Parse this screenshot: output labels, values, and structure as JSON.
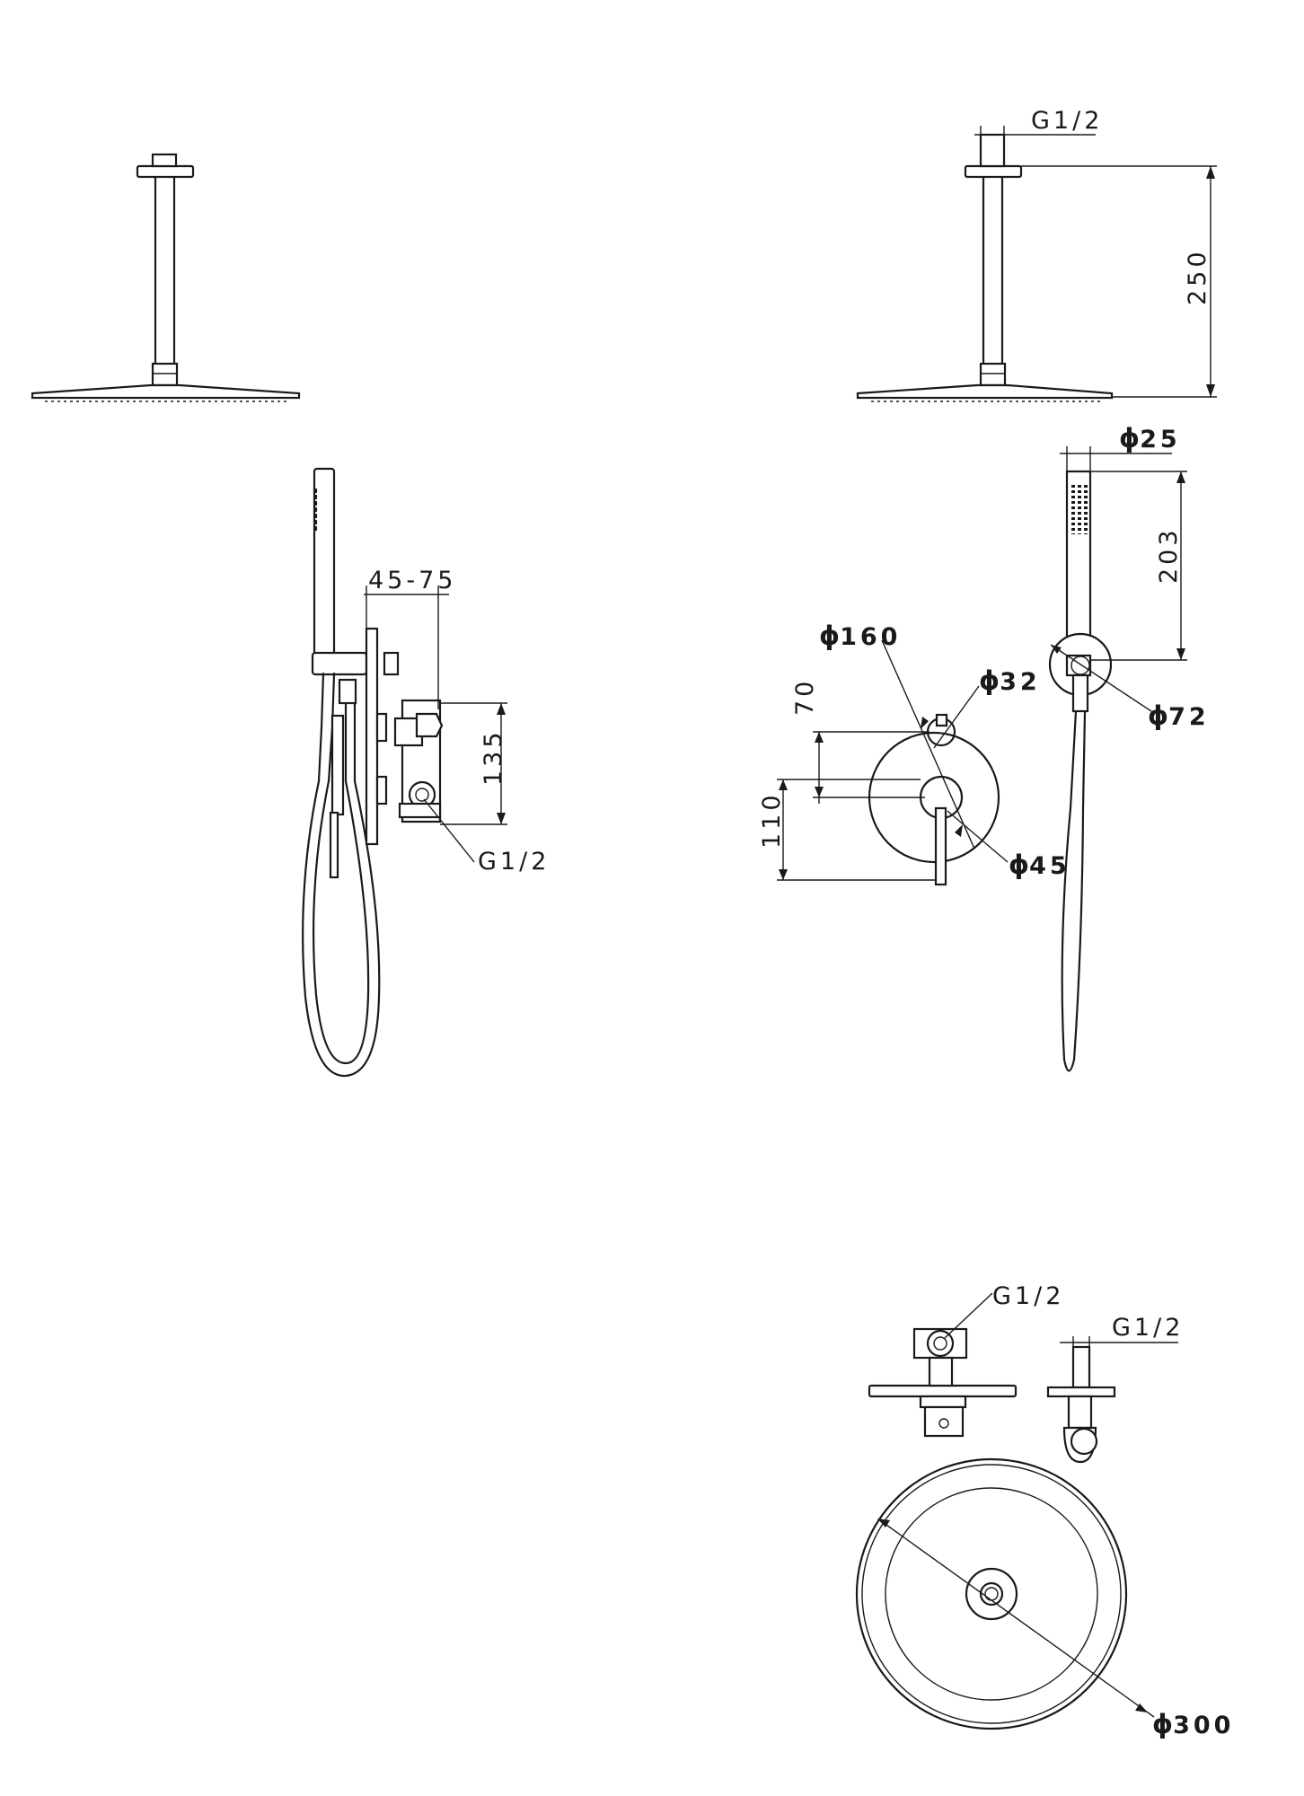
{
  "labels": {
    "top_thread": "G1/2",
    "arm_length": "250",
    "handshower_dia": "25",
    "handshower_length": "203",
    "flange_dia": "160",
    "holder_dia": "72",
    "knob_small_dia": "32",
    "knob_large_dia": "45",
    "spacing_70": "70",
    "spacing_110": "110",
    "projection": "45-75",
    "body_height": "135",
    "valve_thread": "G1/2",
    "bottom_thread_1": "G1/2",
    "bottom_thread_2": "G1/2",
    "head_dia": "300"
  },
  "diameter_symbol": "ϕ"
}
